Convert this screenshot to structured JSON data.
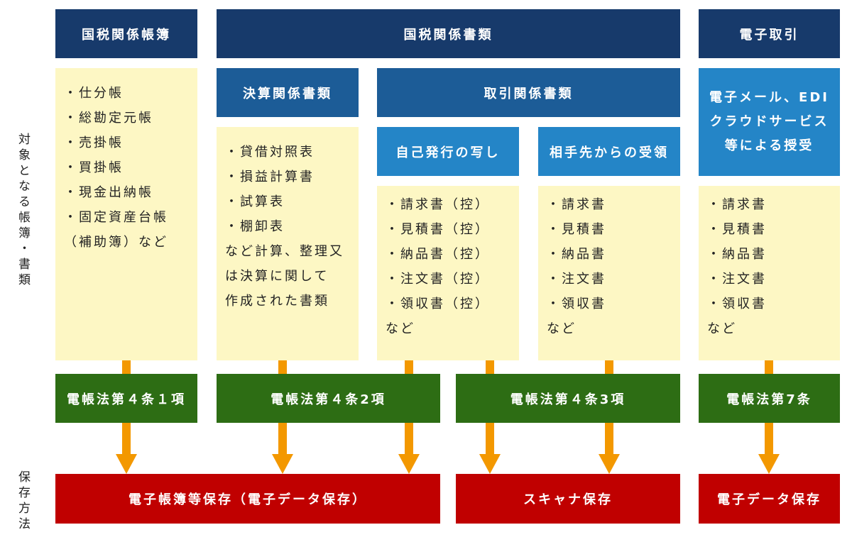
{
  "side_labels": {
    "targets": "対象となる帳簿・書類",
    "storage_method": "保存方法"
  },
  "headers": {
    "books": "国税関係帳簿",
    "documents": "国税関係書類",
    "electronic_transactions": "電子取引"
  },
  "categories": {
    "settlement_documents": "決算関係書類",
    "transaction_documents": "取引関係書類",
    "self_issued_copies": "自己発行の写し",
    "received_from_counterparty": "相手先からの受領",
    "electronic_exchange": [
      "電子メール、EDI",
      "クラウドサービス",
      "等による授受"
    ]
  },
  "lists": {
    "books": [
      "・仕分帳",
      "・総勘定元帳",
      "・売掛帳",
      "・買掛帳",
      "・現金出納帳",
      "・固定資産台帳",
      "（補助簿）など"
    ],
    "settlement": [
      "・貸借対照表",
      "・損益計算書",
      "・試算表",
      "・棚卸表",
      "など計算、整理又",
      "は決算に関して",
      "作成された書類"
    ],
    "self_issued": [
      "・請求書（控）",
      "・見積書（控）",
      "・納品書（控）",
      "・注文書（控）",
      "・領収書（控）",
      "など"
    ],
    "received": [
      "・請求書",
      "・見積書",
      "・納品書",
      "・注文書",
      "・領収書",
      "など"
    ],
    "electronic": [
      "・請求書",
      "・見積書",
      "・納品書",
      "・注文書",
      "・領収書",
      "など"
    ]
  },
  "laws": {
    "article_4_1": "電帳法第４条１項",
    "article_4_2": "電帳法第４条2項",
    "article_4_3": "電帳法第４条3項",
    "article_7": "電帳法第7条"
  },
  "storage": {
    "electronic_books": "電子帳簿等保存（電子データ保存）",
    "scanner": "スキャナ保存",
    "electronic_data": "電子データ保存"
  },
  "colors": {
    "navy": "#173a6b",
    "medium_blue": "#1c5c97",
    "light_blue": "#2485c7",
    "yellow": "#fdf7c4",
    "green": "#2d6d14",
    "red": "#c00000",
    "orange": "#f39800"
  }
}
